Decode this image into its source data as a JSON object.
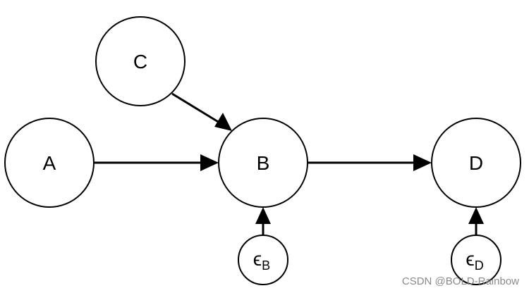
{
  "nodes": {
    "a": {
      "label": "A"
    },
    "b": {
      "label": "B"
    },
    "c": {
      "label": "C"
    },
    "d": {
      "label": "D"
    },
    "eps_b": {
      "symbol": "ϵ",
      "subscript": "B"
    },
    "eps_d": {
      "symbol": "ϵ",
      "subscript": "D"
    }
  },
  "edges": [
    {
      "from": "A",
      "to": "B"
    },
    {
      "from": "C",
      "to": "B"
    },
    {
      "from": "B",
      "to": "D"
    },
    {
      "from": "ϵB",
      "to": "B"
    },
    {
      "from": "ϵD",
      "to": "D"
    }
  ],
  "watermark": "CSDN @BOLD-Rainbow"
}
